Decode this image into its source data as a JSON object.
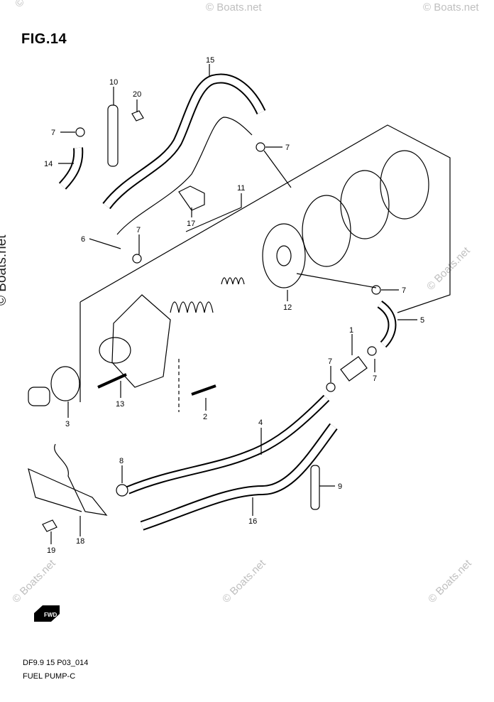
{
  "figure": {
    "title": "FIG.14",
    "code": "DF9.9 15 P03_014",
    "name": "FUEL PUMP-C"
  },
  "watermark": {
    "text": "© Boats.net",
    "side_text": "© Boats.net"
  },
  "callouts": [
    "1",
    "2",
    "3",
    "4",
    "5",
    "6",
    "7",
    "8",
    "9",
    "10",
    "11",
    "12",
    "13",
    "14",
    "15",
    "16",
    "17",
    "18",
    "19",
    "20"
  ],
  "fwd_badge": "FWD"
}
